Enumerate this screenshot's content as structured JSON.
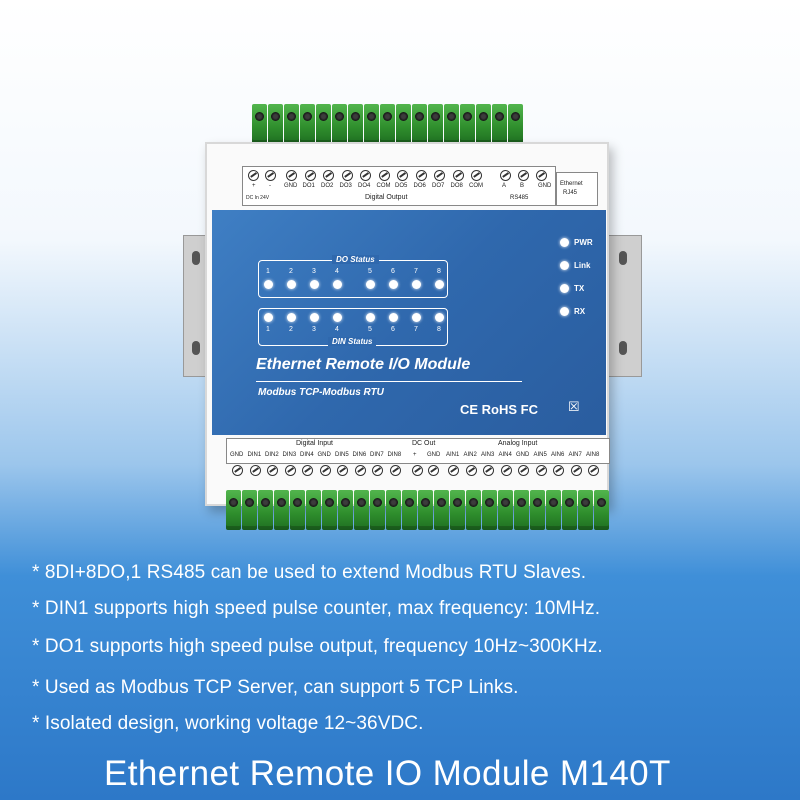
{
  "device": {
    "top_labels": {
      "power": [
        "+",
        "-"
      ],
      "power_caption": "DC In 24V",
      "digital_output_pins": [
        "GND",
        "DO1",
        "DO2",
        "DO3",
        "DO4",
        "COM",
        "DO5",
        "DO6",
        "DO7",
        "DO8",
        "COM"
      ],
      "digital_output_caption": "Digital Output",
      "rs485_pins": [
        "A",
        "B",
        "GND"
      ],
      "rs485_caption": "RS485",
      "ethernet_caption": "Ethernet",
      "ethernet_port": "RJ45"
    },
    "do_status": {
      "title": "DO Status",
      "numbers": [
        "1",
        "2",
        "3",
        "4",
        "5",
        "6",
        "7",
        "8"
      ]
    },
    "din_status": {
      "title": "DIN Status",
      "numbers": [
        "1",
        "2",
        "3",
        "4",
        "5",
        "6",
        "7",
        "8"
      ]
    },
    "indicators": [
      "PWR",
      "Link",
      "TX",
      "RX"
    ],
    "title": "Ethernet Remote I/O Module",
    "subtitle": "Modbus TCP-Modbus RTU",
    "certs": "CE RoHS FC",
    "bottom_labels": {
      "digital_input_caption": "Digital Input",
      "digital_input_pins": [
        "GND",
        "DIN1",
        "DIN2",
        "DIN3",
        "DIN4",
        "GND",
        "DIN5",
        "DIN6",
        "DIN7",
        "DIN8"
      ],
      "dc_out_caption": "DC Out",
      "dc_out_pins": [
        "+",
        "GND"
      ],
      "analog_input_caption": "Analog Input",
      "analog_input_pins": [
        "AIN1",
        "AIN2",
        "AIN3",
        "AIN4",
        "GND",
        "AIN5",
        "AIN6",
        "AIN7",
        "AIN8"
      ]
    }
  },
  "features": [
    "* 8DI+8DO,1 RS485 can be used to extend Modbus RTU Slaves.",
    "* DIN1 supports high speed pulse counter, max frequency: 10MHz.",
    "* DO1 supports high speed pulse output, frequency 10Hz~300KHz.",
    "* Used as Modbus TCP Server, can support 5 TCP Links.",
    "* Isolated design, working voltage 12~36VDC."
  ],
  "footer_title": "Ethernet Remote IO Module M140T",
  "colors": {
    "panel_blue": "#2f68ad",
    "terminal_green": "#3a9a37",
    "text_white": "#ffffff"
  }
}
